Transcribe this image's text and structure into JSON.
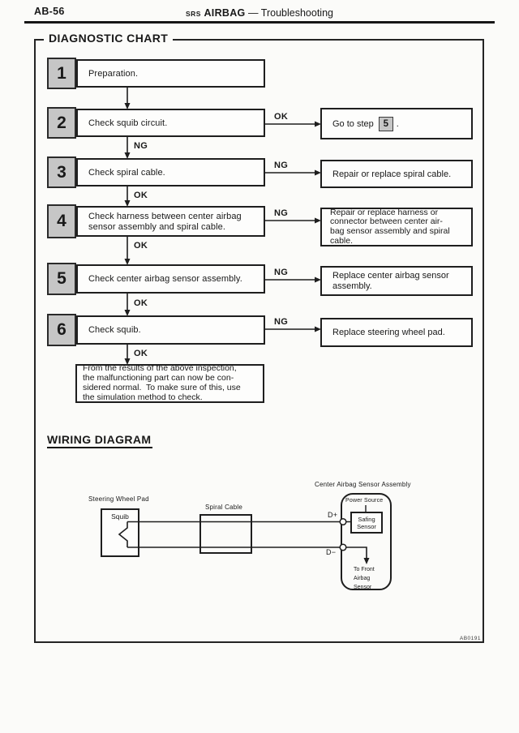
{
  "header": {
    "page_no": "AB-56",
    "doc_small": "SRS",
    "doc_bold": "AIRBAG",
    "doc_rest": " — Troubleshooting"
  },
  "chart": {
    "title": "DIAGNOSTIC CHART",
    "steps": [
      {
        "num": "1",
        "label": "Preparation."
      },
      {
        "num": "2",
        "label": "Check squib circuit.",
        "branch": "OK",
        "down": "NG"
      },
      {
        "num": "3",
        "label": "Check spiral cable.",
        "branch": "NG",
        "down": "OK"
      },
      {
        "num": "4",
        "line1": "Check harness between center airbag",
        "line2": "sensor assembly and spiral cable.",
        "branch": "NG",
        "down": "OK"
      },
      {
        "num": "5",
        "label": "Check center airbag sensor assembly.",
        "branch": "NG",
        "down": "OK"
      },
      {
        "num": "6",
        "label": "Check squib.",
        "branch": "NG",
        "down": "OK"
      }
    ],
    "results": {
      "goto_pre": "Go to step",
      "goto_step": "5",
      "goto_post": ".",
      "r3": "Repair or replace spiral cable.",
      "r4": [
        "Repair or replace harness or",
        "connector between center air-",
        "bag sensor assembly and spiral",
        "cable."
      ],
      "r5": [
        "Replace center airbag sensor",
        "assembly."
      ],
      "r6": "Replace steering wheel pad."
    },
    "conclusion": [
      "From the results of the above inspection,",
      "the malfunctioning part can now be con-",
      "sidered normal.  To make sure of this, use",
      "the simulation method to check."
    ]
  },
  "wiring": {
    "title": "WIRING DIAGRAM",
    "assembly_label": "Center Airbag Sensor Assembly",
    "steering_label": "Steering Wheel Pad",
    "squib": "Squib",
    "spiral": "Spiral Cable",
    "power": "Power Source",
    "safing": [
      "Safing",
      "Sensor"
    ],
    "dplus": "D+",
    "dminus": "D−",
    "front": [
      "To Front",
      "Airbag",
      "Sensor"
    ]
  },
  "figure_code": "AB0191",
  "colors": {
    "ink": "#1e1e1e",
    "badge_gray": "#c6c6c6",
    "paper": "#fbfbf9"
  }
}
